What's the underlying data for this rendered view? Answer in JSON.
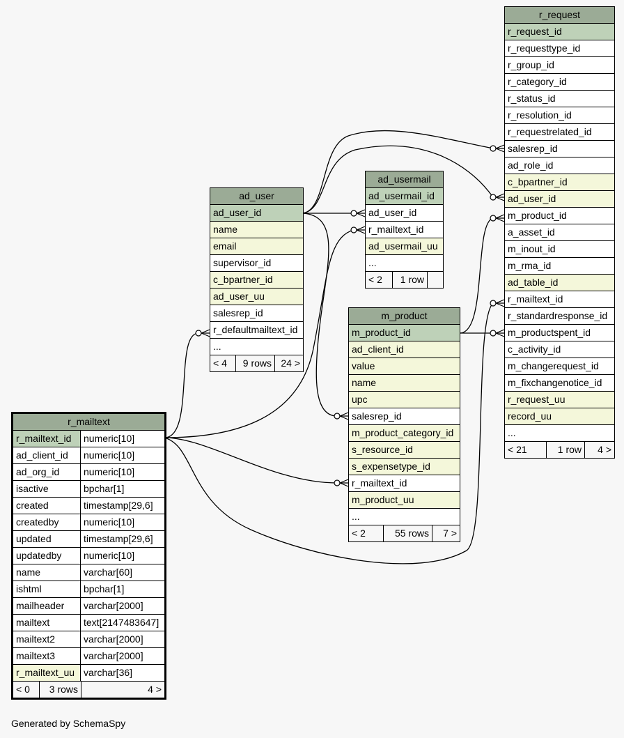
{
  "footer": "Generated by SchemaSpy",
  "colors": {
    "header": "#9bab96",
    "primary_key": "#bed1b8",
    "indexed": "#f4f7da",
    "plain": "#ffffff",
    "background": "#f7f7f7"
  },
  "tables": {
    "r_request": {
      "name": "r_request",
      "columns": [
        {
          "name": "r_request_id",
          "kind": "pk"
        },
        {
          "name": "r_requesttype_id",
          "kind": "plain"
        },
        {
          "name": "r_group_id",
          "kind": "plain"
        },
        {
          "name": "r_category_id",
          "kind": "plain"
        },
        {
          "name": "r_status_id",
          "kind": "plain"
        },
        {
          "name": "r_resolution_id",
          "kind": "plain"
        },
        {
          "name": "r_requestrelated_id",
          "kind": "plain"
        },
        {
          "name": "salesrep_id",
          "kind": "plain"
        },
        {
          "name": "ad_role_id",
          "kind": "plain"
        },
        {
          "name": "c_bpartner_id",
          "kind": "idx"
        },
        {
          "name": "ad_user_id",
          "kind": "idx"
        },
        {
          "name": "m_product_id",
          "kind": "plain"
        },
        {
          "name": "a_asset_id",
          "kind": "plain"
        },
        {
          "name": "m_inout_id",
          "kind": "plain"
        },
        {
          "name": "m_rma_id",
          "kind": "plain"
        },
        {
          "name": "ad_table_id",
          "kind": "idx"
        },
        {
          "name": "r_mailtext_id",
          "kind": "plain"
        },
        {
          "name": "r_standardresponse_id",
          "kind": "plain"
        },
        {
          "name": "m_productspent_id",
          "kind": "plain"
        },
        {
          "name": "c_activity_id",
          "kind": "plain"
        },
        {
          "name": "m_changerequest_id",
          "kind": "plain"
        },
        {
          "name": "m_fixchangenotice_id",
          "kind": "plain"
        },
        {
          "name": "r_request_uu",
          "kind": "idx"
        },
        {
          "name": "record_uu",
          "kind": "idx"
        },
        {
          "name": "...",
          "kind": "plain"
        }
      ],
      "footer": {
        "parents": "< 21",
        "rows": "1 row",
        "children": "4 >"
      }
    },
    "ad_user": {
      "name": "ad_user",
      "columns": [
        {
          "name": "ad_user_id",
          "kind": "pk"
        },
        {
          "name": "name",
          "kind": "idx"
        },
        {
          "name": "email",
          "kind": "idx"
        },
        {
          "name": "supervisor_id",
          "kind": "plain"
        },
        {
          "name": "c_bpartner_id",
          "kind": "idx"
        },
        {
          "name": "ad_user_uu",
          "kind": "idx"
        },
        {
          "name": "salesrep_id",
          "kind": "plain"
        },
        {
          "name": "r_defaultmailtext_id",
          "kind": "plain"
        },
        {
          "name": "...",
          "kind": "plain"
        }
      ],
      "footer": {
        "parents": "< 4",
        "rows": "9 rows",
        "children": "24 >"
      }
    },
    "ad_usermail": {
      "name": "ad_usermail",
      "columns": [
        {
          "name": "ad_usermail_id",
          "kind": "pk"
        },
        {
          "name": "ad_user_id",
          "kind": "plain"
        },
        {
          "name": "r_mailtext_id",
          "kind": "plain"
        },
        {
          "name": "ad_usermail_uu",
          "kind": "idx"
        },
        {
          "name": "...",
          "kind": "plain"
        }
      ],
      "footer": {
        "parents": "< 2",
        "rows": "1 row",
        "children": ""
      }
    },
    "m_product": {
      "name": "m_product",
      "columns": [
        {
          "name": "m_product_id",
          "kind": "pk"
        },
        {
          "name": "ad_client_id",
          "kind": "idx"
        },
        {
          "name": "value",
          "kind": "idx"
        },
        {
          "name": "name",
          "kind": "idx"
        },
        {
          "name": "upc",
          "kind": "idx"
        },
        {
          "name": "salesrep_id",
          "kind": "plain"
        },
        {
          "name": "m_product_category_id",
          "kind": "idx"
        },
        {
          "name": "s_resource_id",
          "kind": "idx"
        },
        {
          "name": "s_expensetype_id",
          "kind": "idx"
        },
        {
          "name": "r_mailtext_id",
          "kind": "plain"
        },
        {
          "name": "m_product_uu",
          "kind": "idx"
        },
        {
          "name": "...",
          "kind": "plain"
        }
      ],
      "footer": {
        "parents": "< 2",
        "rows": "55 rows",
        "children": "7 >"
      }
    },
    "r_mailtext": {
      "name": "r_mailtext",
      "columns": [
        {
          "name": "r_mailtext_id",
          "type": "numeric[10]",
          "kind": "pk"
        },
        {
          "name": "ad_client_id",
          "type": "numeric[10]",
          "kind": "plain"
        },
        {
          "name": "ad_org_id",
          "type": "numeric[10]",
          "kind": "plain"
        },
        {
          "name": "isactive",
          "type": "bpchar[1]",
          "kind": "plain"
        },
        {
          "name": "created",
          "type": "timestamp[29,6]",
          "kind": "plain"
        },
        {
          "name": "createdby",
          "type": "numeric[10]",
          "kind": "plain"
        },
        {
          "name": "updated",
          "type": "timestamp[29,6]",
          "kind": "plain"
        },
        {
          "name": "updatedby",
          "type": "numeric[10]",
          "kind": "plain"
        },
        {
          "name": "name",
          "type": "varchar[60]",
          "kind": "plain"
        },
        {
          "name": "ishtml",
          "type": "bpchar[1]",
          "kind": "plain"
        },
        {
          "name": "mailheader",
          "type": "varchar[2000]",
          "kind": "plain"
        },
        {
          "name": "mailtext",
          "type": "text[2147483647]",
          "kind": "plain"
        },
        {
          "name": "mailtext2",
          "type": "varchar[2000]",
          "kind": "plain"
        },
        {
          "name": "mailtext3",
          "type": "varchar[2000]",
          "kind": "plain"
        },
        {
          "name": "r_mailtext_uu",
          "type": "varchar[36]",
          "kind": "idx"
        }
      ],
      "footer": {
        "parents": "< 0",
        "rows": "3 rows",
        "children": "4 >"
      }
    }
  },
  "relationships": [
    {
      "from": "ad_user.ad_user_id",
      "to": "ad_usermail.ad_user_id"
    },
    {
      "from": "ad_user.ad_user_id",
      "to": "r_request.salesrep_id"
    },
    {
      "from": "ad_user.ad_user_id",
      "to": "r_request.ad_user_id"
    },
    {
      "from": "ad_user.ad_user_id",
      "to": "m_product.salesrep_id"
    },
    {
      "from": "m_product.m_product_id",
      "to": "r_request.m_product_id"
    },
    {
      "from": "m_product.m_product_id",
      "to": "r_request.m_productspent_id"
    },
    {
      "from": "r_mailtext.r_mailtext_id",
      "to": "ad_user.r_defaultmailtext_id"
    },
    {
      "from": "r_mailtext.r_mailtext_id",
      "to": "ad_usermail.r_mailtext_id"
    },
    {
      "from": "r_mailtext.r_mailtext_id",
      "to": "m_product.r_mailtext_id"
    },
    {
      "from": "r_mailtext.r_mailtext_id",
      "to": "r_request.r_mailtext_id"
    }
  ]
}
